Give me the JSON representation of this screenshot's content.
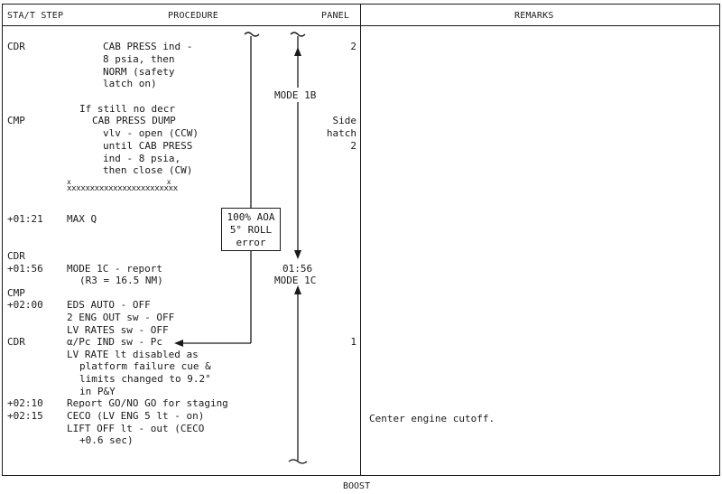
{
  "header": {
    "col_step": "STA/T STEP",
    "col_procedure": "PROCEDURE",
    "col_panel": "PANEL",
    "col_remarks": "REMARKS"
  },
  "rows": {
    "cdr1": "CDR",
    "cab_press": [
      "CAB PRESS ind -",
      "8 psia, then",
      "NORM (safety",
      "latch on)"
    ],
    "panel_2a": "2",
    "mode_1b": "MODE 1B",
    "if_still": "If still no decr",
    "cmp1": "CMP",
    "dump": [
      "CAB PRESS DUMP",
      "vlv - open (CCW)",
      "until CAB PRESS",
      "ind - 8 psia,",
      "then close (CW)"
    ],
    "panel_side": [
      "Side",
      "hatch",
      "2"
    ],
    "x_top": "x                      x",
    "x_line": "xxxxxxxxxxxxxxxxxxxxxxxx",
    "t_0121": "+01:21",
    "max_q": "MAX Q",
    "box": [
      "100% AOA",
      "5° ROLL",
      "error"
    ],
    "cdr2": "CDR",
    "t_0156": "+01:56",
    "mode_1c_report": [
      "MODE 1C - report",
      "(R3 = 16.5 NM)"
    ],
    "time_0156": "01:56",
    "mode_1c": "MODE 1C",
    "cmp2": "CMP",
    "t_0200": "+02:00",
    "eds_lines": [
      "EDS AUTO - OFF",
      "2 ENG OUT sw - OFF",
      "LV RATES sw - OFF"
    ],
    "cdr3": "CDR",
    "pc_line": "α/Pc IND sw - Pc",
    "panel_1": "1",
    "lv_rate": [
      "LV RATE lt disabled as",
      "platform failure cue &",
      "limits changed to 9.2°",
      "in P&Y"
    ],
    "t_0210": "+02:10",
    "report_go": "Report GO/NO GO for staging",
    "t_0215": "+02:15",
    "ceco": "CECO (LV ENG 5 lt - on)",
    "liftoff": [
      "LIFT OFF lt - out (CECO",
      "+0.6 sec)"
    ],
    "remark_ceco": "Center engine cutoff."
  },
  "footer": "BOOST"
}
